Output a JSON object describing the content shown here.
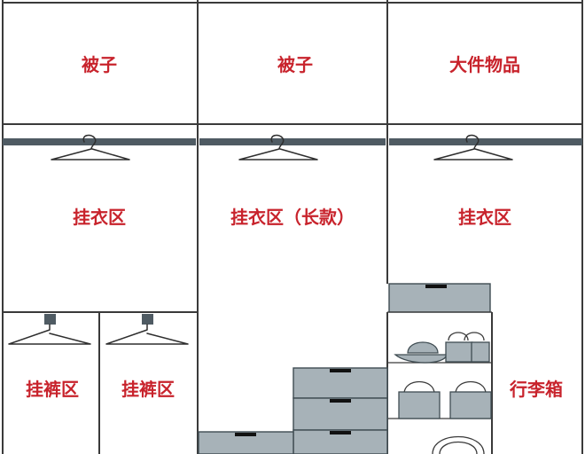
{
  "sections": {
    "top_left": "被子",
    "top_mid": "被子",
    "top_right": "大件物品",
    "hang_left": "挂衣区",
    "hang_mid": "挂衣区（长款）",
    "hang_right": "挂衣区",
    "pants_left": "挂裤区",
    "pants_right": "挂裤区",
    "luggage": "行李箱"
  },
  "colors": {
    "label": "#c8232c",
    "rod": "#4f5b63",
    "drawer": "#a7b2b8"
  }
}
